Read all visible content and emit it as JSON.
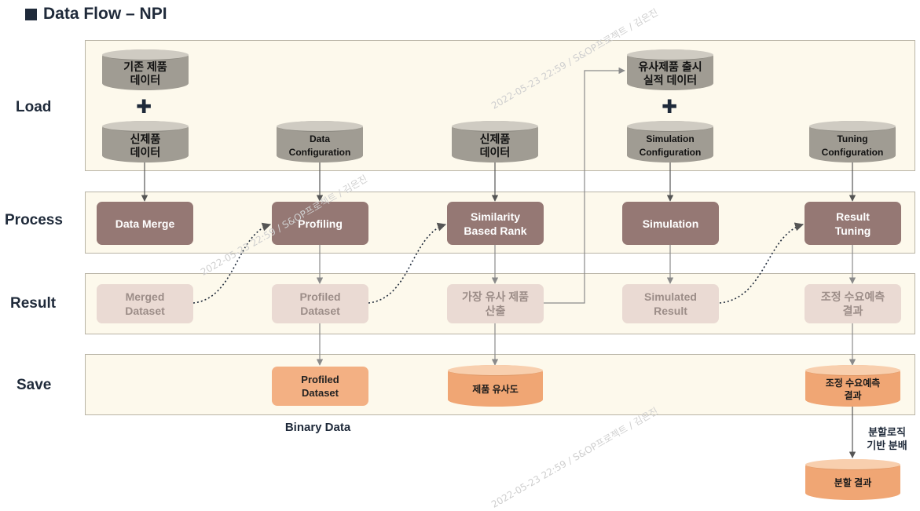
{
  "title": "Data Flow – NPI",
  "rows": {
    "load": "Load",
    "process": "Process",
    "result": "Result",
    "save": "Save"
  },
  "load": {
    "existing_product_data": "기존 제품\n데이터",
    "new_product_data_1": "신제품\n데이터",
    "data_configuration": "Data\nConfiguration",
    "new_product_data_2": "신제품\n데이터",
    "similar_product_release_data": "유사제품 출시\n실적 데이터",
    "simulation_configuration": "Simulation\nConfiguration",
    "tuning_configuration": "Tuning\nConfiguration",
    "plus_symbol": "✚"
  },
  "process": {
    "data_merge": "Data Merge",
    "profiling": "Profiling",
    "similarity_based_rank": "Similarity\nBased Rank",
    "simulation": "Simulation",
    "result_tuning": "Result\nTuning"
  },
  "result": {
    "merged_dataset": "Merged\nDataset",
    "profiled_dataset": "Profiled\nDataset",
    "most_similar_product": "가장 유사 제품\n산출",
    "simulated_result": "Simulated\nResult",
    "adjusted_forecast": "조정 수요예측\n결과"
  },
  "save": {
    "profiled_dataset": "Profiled\nDataset",
    "binary_data_caption": "Binary Data",
    "product_similarity": "제품 유사도",
    "adjusted_forecast": "조정 수요예측\n결과",
    "split_logic_label": "분할로직\n기반 분배",
    "split_result": "분할 결과"
  },
  "watermark": "2022-05-23 22:59 / S&OP프로젝트 / 김은진",
  "colors": {
    "band_bg": "#fdf9ec",
    "process_box": "#957874",
    "result_box": "#eadad3",
    "save_box": "#f3b083",
    "load_cylinder": "#a09c93",
    "save_cylinder": "#f0a674",
    "arrow": "#8a8a8a"
  }
}
